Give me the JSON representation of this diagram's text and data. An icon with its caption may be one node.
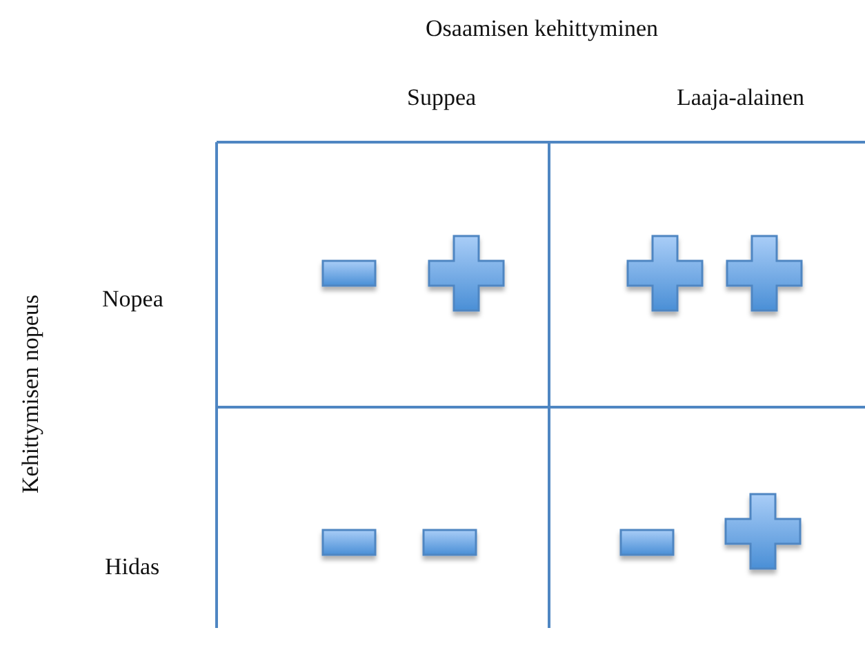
{
  "diagram": {
    "labels": [
      "Osaamisen kehittyminen",
      "Suppea",
      "Laaja-alainen",
      "Kehittymisen nopeus",
      "Nopea",
      "Hidas"
    ]
  }
}
